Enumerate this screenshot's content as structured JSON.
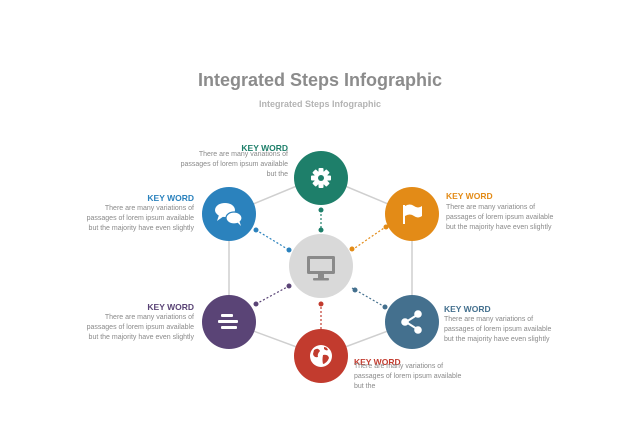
{
  "header": {
    "title": "Integrated Steps Infographic",
    "subtitle": "Integrated Steps Infographic"
  },
  "colors": {
    "green": "#1e7f6a",
    "orange": "#e38b17",
    "teal": "#44708e",
    "red": "#c23b2e",
    "purple": "#5a4476",
    "blue": "#2b82bd",
    "center": "#d9d9d9",
    "line": "#bfbfbf"
  },
  "steps": [
    {
      "id": "top",
      "keyword": "KEY WORD",
      "text": [
        "There are many variations of",
        "passages of lorem ipsum available",
        "but the"
      ],
      "icon": "gear-icon"
    },
    {
      "id": "top-right",
      "keyword": "KEY WORD",
      "text": [
        "There are many variations of",
        "passages of lorem ipsum available",
        "but the majority have even slightly"
      ],
      "icon": "flag-icon"
    },
    {
      "id": "bottom-right",
      "keyword": "KEY WORD",
      "text": [
        "There are many variations of",
        "passages of lorem ipsum available",
        "but the majority have even slightly"
      ],
      "icon": "share-icon"
    },
    {
      "id": "bottom",
      "keyword": "KEY WORD",
      "text": [
        "There are many variations of",
        "passages of lorem ipsum available",
        "but the"
      ],
      "icon": "globe-icon"
    },
    {
      "id": "bottom-left",
      "keyword": "KEY WORD",
      "text": [
        "There are many variations of",
        "passages of lorem ipsum available",
        "but the majority have even slightly"
      ],
      "icon": "list-icon"
    },
    {
      "id": "top-left",
      "keyword": "KEY WORD",
      "text": [
        "There are many variations of",
        "passages of lorem ipsum available",
        "but the majority have even slightly"
      ],
      "icon": "chat-icon"
    }
  ],
  "center_icon": "monitor-icon"
}
